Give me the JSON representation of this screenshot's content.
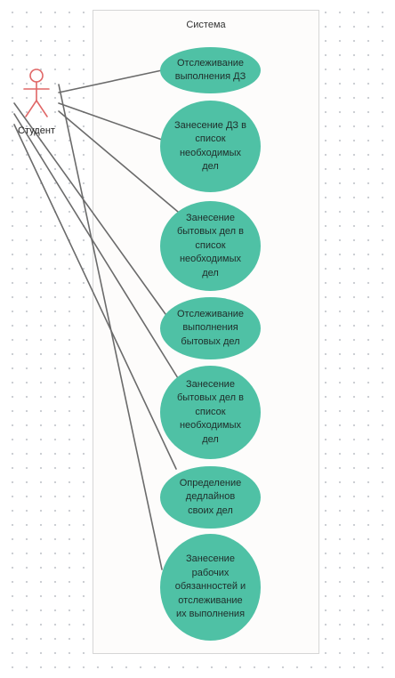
{
  "system": {
    "title": "Система"
  },
  "actor": {
    "label": "Студент",
    "color": "#e06666"
  },
  "usecases": [
    {
      "label": "Отслеживание\nвыполнения ДЗ"
    },
    {
      "label": "Занесение ДЗ в\nсписок\nнеобходимых\nдел"
    },
    {
      "label": "Занесение\nбытовых дел в\nсписок\nнеобходимых\nдел"
    },
    {
      "label": "Отслеживание\nвыполнения\nбытовых дел"
    },
    {
      "label": "Занесение\nбытовых дел в\nсписок\nнеобходимых\nдел"
    },
    {
      "label": "Определение\nдедлайнов\nсвоих дел"
    },
    {
      "label": "Занесение\nрабочих\nобязанностей и\nотслеживание\nих выполнения"
    }
  ],
  "colors": {
    "usecase_fill": "#4fc1a5",
    "connector": "#6b6b6b"
  }
}
